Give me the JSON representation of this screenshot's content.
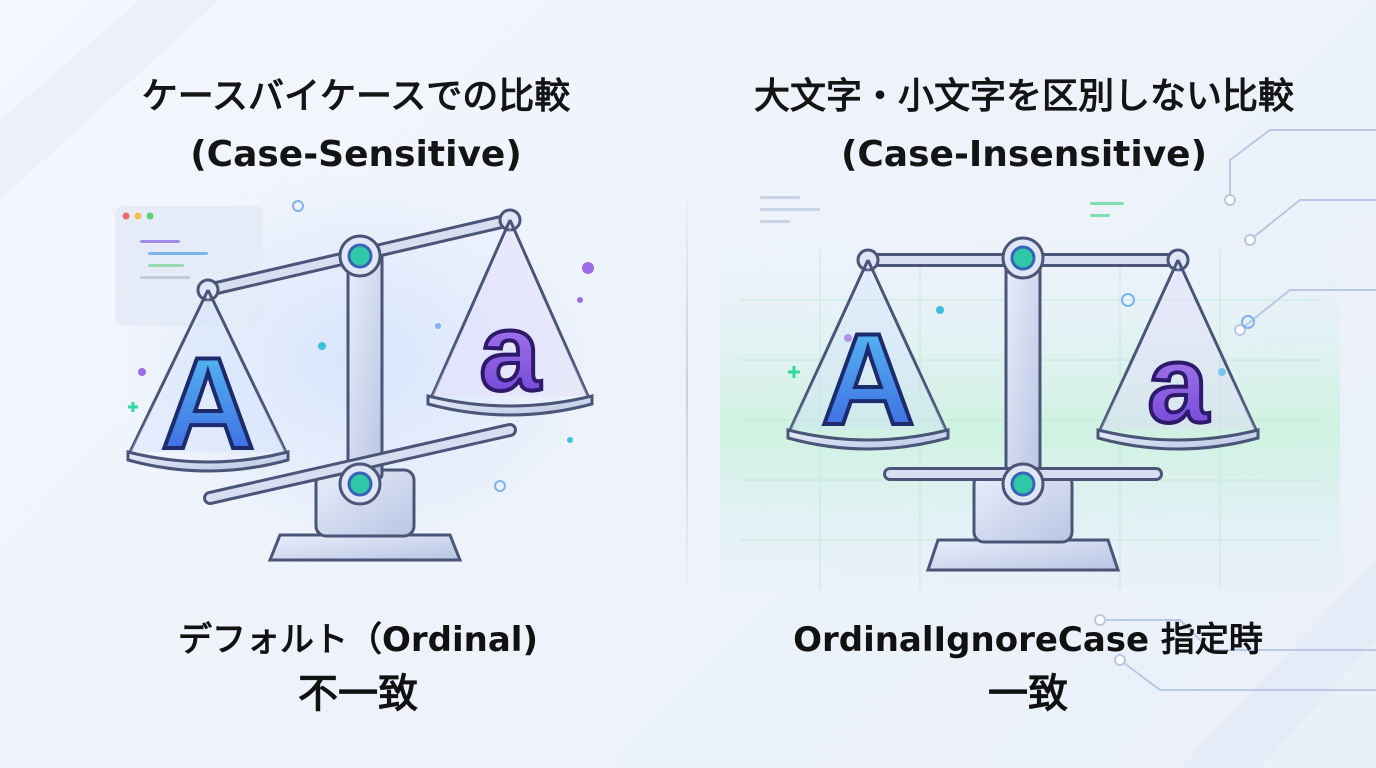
{
  "left_panel": {
    "title_line1": "ケースバイケースでの比較",
    "title_line2": "(Case-Sensitive)",
    "condition": "デフォルト（Ordinal)",
    "result": "不一致",
    "pan_left_letter": "A",
    "pan_right_letter": "a",
    "balanced": false
  },
  "right_panel": {
    "title_line1": "大文字・小文字を区別しない比較",
    "title_line2": "(Case-Insensitive)",
    "condition": "OrdinalIgnoreCase 指定時",
    "result": "一致",
    "pan_left_letter": "A",
    "pan_right_letter": "a",
    "balanced": true
  },
  "colors": {
    "letter_upper": "#2f7be8",
    "letter_lower": "#8a4fe0",
    "scale_metal": "#c9d3ea",
    "scale_outline": "#4a5578",
    "pivot": "#2fc7a5",
    "glow_left": "#cfe0fb",
    "glow_right": "#c8f3da"
  }
}
